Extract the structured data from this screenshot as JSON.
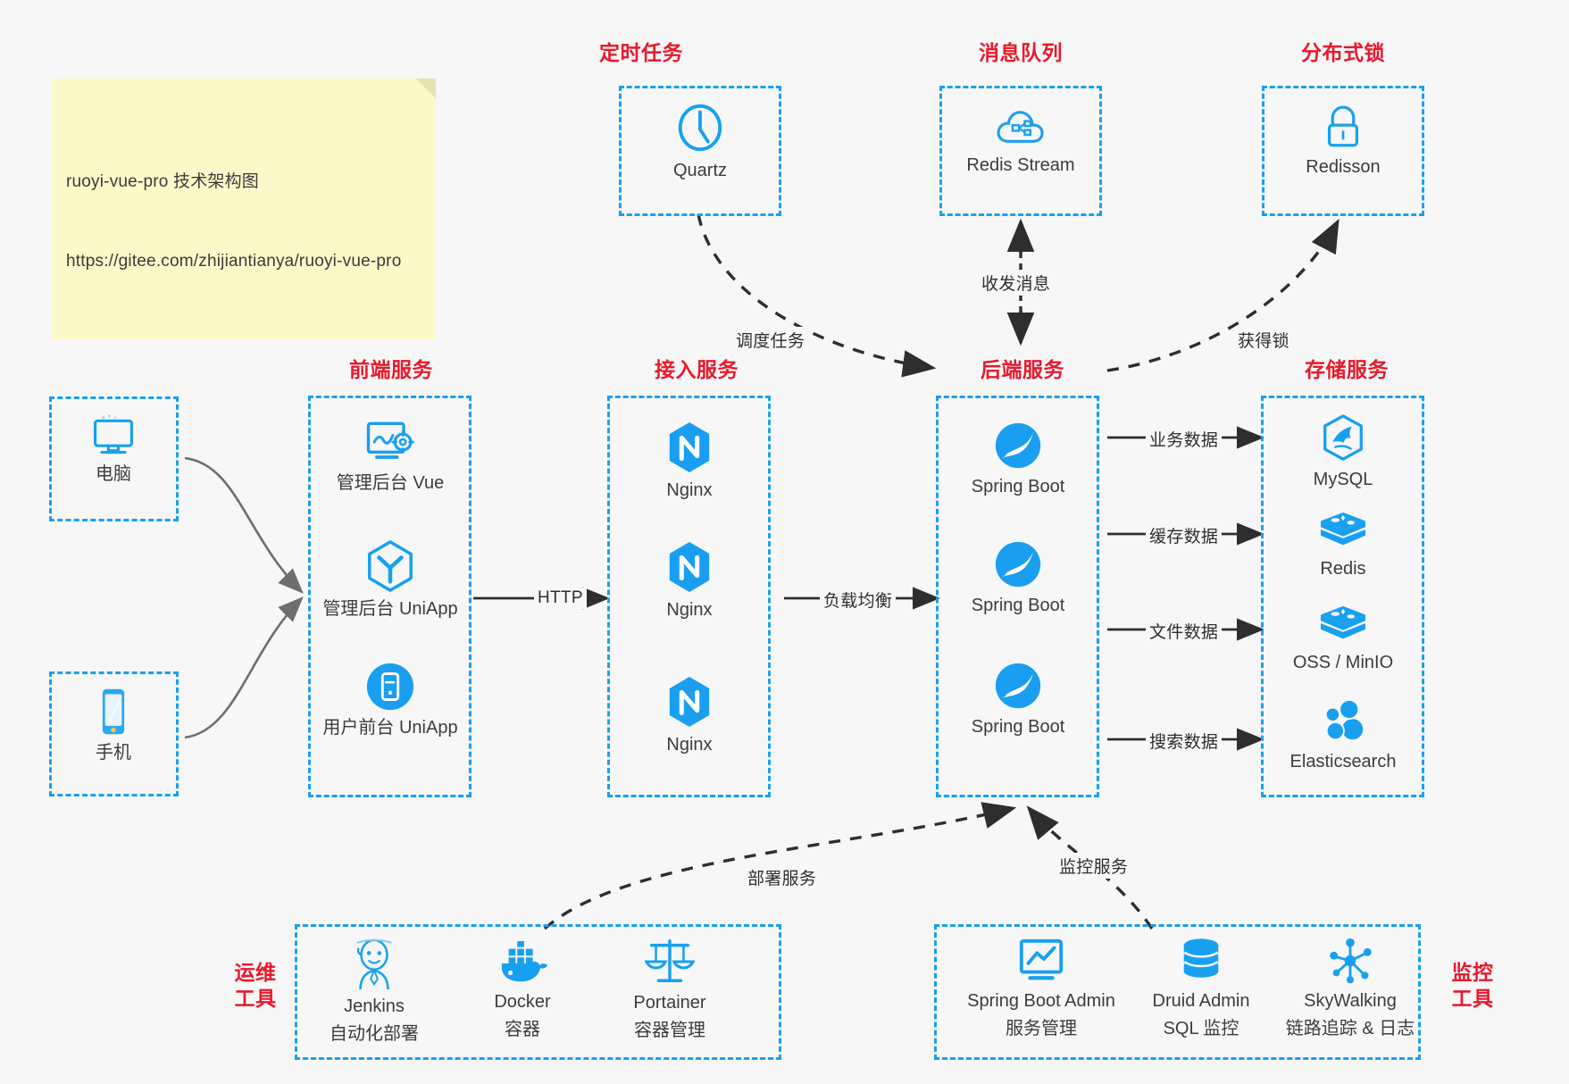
{
  "note": {
    "line1": "ruoyi-vue-pro 技术架构图",
    "line2": "https://gitee.com/zhijiantianya/ruoyi-vue-pro"
  },
  "colors": {
    "accent_blue": "#18a0f0",
    "heading_red": "#e8192c",
    "background": "#f7f7f7",
    "text_dark": "#3c3c3c",
    "note_bg": "#fcf8c8",
    "arrow_dark": "#2e2e2e"
  },
  "groups": {
    "scheduled_task": {
      "heading": "定时任务",
      "nodes": [
        {
          "label": "Quartz",
          "icon": "clock-icon"
        }
      ]
    },
    "message_queue": {
      "heading": "消息队列",
      "nodes": [
        {
          "label": "Redis Stream",
          "icon": "cloud-stream-icon"
        }
      ]
    },
    "distributed_lock": {
      "heading": "分布式锁",
      "nodes": [
        {
          "label": "Redisson",
          "icon": "lock-icon"
        }
      ]
    },
    "clients": {
      "nodes": [
        {
          "label": "电脑",
          "icon": "desktop-computer-icon"
        },
        {
          "label": "手机",
          "icon": "mobile-phone-icon"
        }
      ]
    },
    "frontend": {
      "heading": "前端服务",
      "nodes": [
        {
          "label": "管理后台 Vue",
          "icon": "admin-dashboard-icon"
        },
        {
          "label": "管理后台 UniApp",
          "icon": "uniapp-cube-icon"
        },
        {
          "label": "用户前台 UniApp",
          "icon": "mobile-app-icon"
        }
      ]
    },
    "gateway": {
      "heading": "接入服务",
      "nodes": [
        {
          "label": "Nginx",
          "icon": "nginx-icon"
        },
        {
          "label": "Nginx",
          "icon": "nginx-icon"
        },
        {
          "label": "Nginx",
          "icon": "nginx-icon"
        }
      ]
    },
    "backend": {
      "heading": "后端服务",
      "nodes": [
        {
          "label": "Spring Boot",
          "icon": "spring-boot-icon"
        },
        {
          "label": "Spring Boot",
          "icon": "spring-boot-icon"
        },
        {
          "label": "Spring Boot",
          "icon": "spring-boot-icon"
        }
      ]
    },
    "storage": {
      "heading": "存储服务",
      "nodes": [
        {
          "label": "MySQL",
          "icon": "mysql-icon"
        },
        {
          "label": "Redis",
          "icon": "redis-icon"
        },
        {
          "label": "OSS / MinIO",
          "icon": "oss-minio-icon"
        },
        {
          "label": "Elasticsearch",
          "icon": "elasticsearch-icon"
        }
      ]
    },
    "devops": {
      "heading_line1": "运维",
      "heading_line2": "工具",
      "nodes": [
        {
          "label": "Jenkins",
          "sublabel": "自动化部署",
          "icon": "jenkins-icon"
        },
        {
          "label": "Docker",
          "sublabel": "容器",
          "icon": "docker-icon"
        },
        {
          "label": "Portainer",
          "sublabel": "容器管理",
          "icon": "portainer-scale-icon"
        }
      ]
    },
    "monitoring": {
      "heading_line1": "监控",
      "heading_line2": "工具",
      "nodes": [
        {
          "label": "Spring Boot Admin",
          "sublabel": "服务管理",
          "icon": "monitor-chart-icon"
        },
        {
          "label": "Druid Admin",
          "sublabel": "SQL 监控",
          "icon": "database-stack-icon"
        },
        {
          "label": "SkyWalking",
          "sublabel": "链路追踪 & 日志",
          "icon": "skywalking-node-icon"
        }
      ]
    }
  },
  "connectors": [
    {
      "id": "schedule-task",
      "label": "调度任务",
      "from": "scheduled_task",
      "to": "backend",
      "style": "dashed"
    },
    {
      "id": "send-receive-message",
      "label": "收发消息",
      "from": "backend",
      "to": "message_queue",
      "style": "dashed"
    },
    {
      "id": "acquire-lock",
      "label": "获得锁",
      "from": "backend",
      "to": "distributed_lock",
      "style": "dashed"
    },
    {
      "id": "http",
      "label": "HTTP",
      "from": "frontend",
      "to": "gateway",
      "style": "solid"
    },
    {
      "id": "load-balance",
      "label": "负载均衡",
      "from": "gateway",
      "to": "backend",
      "style": "solid"
    },
    {
      "id": "business-data",
      "label": "业务数据",
      "from": "backend",
      "to": "mysql",
      "style": "solid"
    },
    {
      "id": "cache-data",
      "label": "缓存数据",
      "from": "backend",
      "to": "redis",
      "style": "solid"
    },
    {
      "id": "file-data",
      "label": "文件数据",
      "from": "backend",
      "to": "oss",
      "style": "solid"
    },
    {
      "id": "search-data",
      "label": "搜索数据",
      "from": "backend",
      "to": "elasticsearch",
      "style": "solid"
    },
    {
      "id": "deploy-service",
      "label": "部署服务",
      "from": "devops",
      "to": "backend",
      "style": "dashed"
    },
    {
      "id": "monitor-service",
      "label": "监控服务",
      "from": "monitoring",
      "to": "backend",
      "style": "dashed"
    }
  ]
}
